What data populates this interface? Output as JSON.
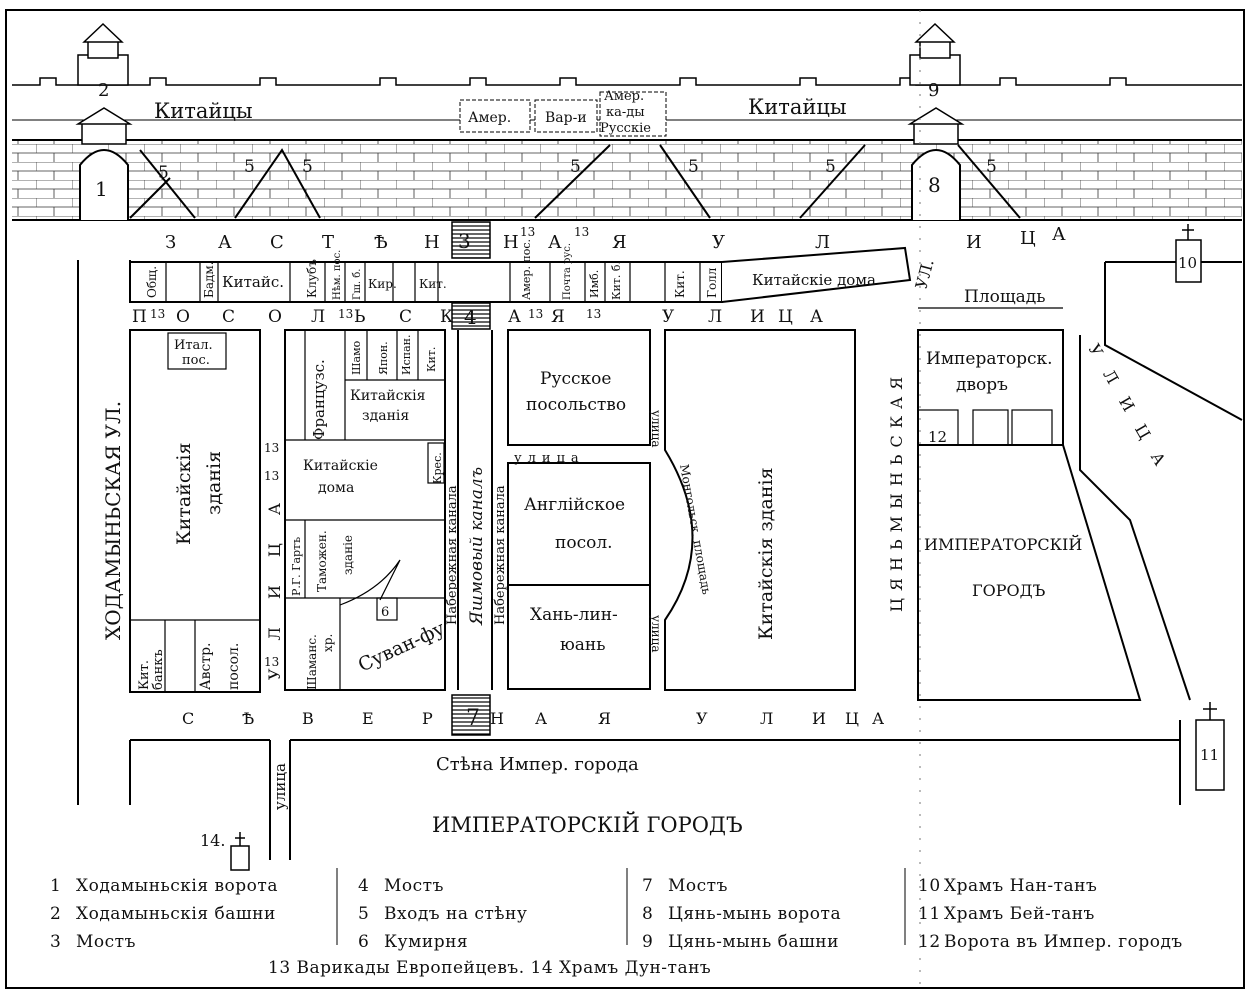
{
  "wall_labels": {
    "chinese_left": "Китайцы",
    "chinese_right": "Китайцы",
    "amer": "Амер.",
    "varii": "Вар-и",
    "amer_kady_russkie": [
      "Амер.",
      "ка-ды",
      "Русскіе"
    ]
  },
  "marker_numbers": {
    "n1": "1",
    "n2": "2",
    "n3": "3",
    "n4": "4",
    "n5": "5",
    "n6": "6",
    "n7": "7",
    "n8": "8",
    "n9": "9",
    "n10": "10",
    "n11": "11",
    "n12": "12",
    "n13": "13",
    "n14": "14."
  },
  "streets": {
    "zastennaya": [
      "З",
      "А",
      "С",
      "Т",
      "Ѣ",
      "Н",
      "Н",
      "А",
      "Я",
      "У",
      "Л",
      "И",
      "Ц",
      "А"
    ],
    "posolskaya": [
      "П",
      "О",
      "С",
      "О",
      "Л",
      "Ь",
      "С",
      "К",
      "А",
      "Я",
      "У",
      "Л",
      "И",
      "Ц",
      "А"
    ],
    "severnaya": [
      "С",
      "Ѣ",
      "В",
      "Е",
      "Р",
      "Н",
      "А",
      "Я",
      "У",
      "Л",
      "И",
      "Ц",
      "А"
    ],
    "khodamyn": "ХОДАМЫНЬСКАЯ УЛ.",
    "tsyanmyn": "ЦЯНЬМЫНЬСКАЯ",
    "tsyanmyn_ul": "УЛ.",
    "ulitsa_left": "УЛИЦА",
    "ulitsa_right": "УЛИЦА",
    "ulitsa_small": "улица",
    "ulitsa_bottom": "улица"
  },
  "blocks": {
    "obshch": "Общ.",
    "badm": "Бадм.",
    "kitais": "Китайс.",
    "klub": "Клубъ",
    "nem_pos": "Нѣм. пос.",
    "gsh_b": "Гш. б.",
    "kir": "Кир.",
    "kit1": "Кит.",
    "amer_pos": "Амер. пос.",
    "pochta_rus": "Почта рус.",
    "imb": "Имб.",
    "kit_b": "Кит. б.",
    "kit2": "Кит.",
    "goll": "Голл",
    "kit_doma_top": "Китайскіе дома",
    "ploshchad": "Площадь",
    "ital_pos": [
      "Итал.",
      "пос."
    ],
    "frantsuz": "Французс.",
    "shamo": "Шамо",
    "yapon": "Япон.",
    "ispan": "Испан.",
    "kit3": "Кит.",
    "kit_zdaniya_small": [
      "Китайскія",
      "зданія"
    ],
    "kit_zdaniya_big": [
      "Китайскія",
      "зданія"
    ],
    "kit_doma": [
      "Китайскіе",
      "дома"
    ],
    "kres": "Крес.",
    "rg_harts": "Р.Г. Гартъ",
    "tamozhen": "Таможен.",
    "zdanie": "зданіе",
    "shamans": "Шаманс.",
    "hr": "хр.",
    "suvan_fu": "Суван-фу",
    "kit_bank": [
      "Кит.",
      "банкъ"
    ],
    "avstr_posol": [
      "Австр.",
      "посол."
    ],
    "nab_kanala_left": "Набережная канала",
    "yashmovy_kanal": "Яшмовый каналъ",
    "nab_kanala_right": "Набережная канала",
    "russkoe_posol": [
      "Русское",
      "посольство"
    ],
    "angliyskoe_posol": [
      "Англійское",
      "посол."
    ],
    "khanlin": [
      "Хань-лин-",
      "юань"
    ],
    "mongol_ploshchad": "Монгольск. площадь",
    "kit_zdaniya_vert": "Китайскія зданія",
    "imp_dvor": [
      "Императорск.",
      "дворъ"
    ],
    "imp_gorod_right": [
      "ИМПЕРАТОРСКІЙ",
      "ГОРОДЪ"
    ],
    "stena": "Стѣна Импер. города",
    "imp_gorod_bottom": "ИМПЕРАТОРСКІЙ ГОРОДЪ"
  },
  "legend": {
    "col1": [
      {
        "num": "1",
        "text": "Ходамыньскія ворота"
      },
      {
        "num": "2",
        "text": "Ходамыньскія башни"
      },
      {
        "num": "3",
        "text": "Мостъ"
      }
    ],
    "col2": [
      {
        "num": "4",
        "text": "Мостъ"
      },
      {
        "num": "5",
        "text": "Входъ на стѣну"
      },
      {
        "num": "6",
        "text": "Кумирня"
      }
    ],
    "col3": [
      {
        "num": "7",
        "text": "Мостъ"
      },
      {
        "num": "8",
        "text": "Цянь-мынь ворота"
      },
      {
        "num": "9",
        "text": "Цянь-мынь башни"
      }
    ],
    "col4": [
      {
        "num": "10",
        "text": "Храмъ Нан-танъ"
      },
      {
        "num": "11",
        "text": "Храмъ Бей-танъ"
      },
      {
        "num": "12",
        "text": "Ворота въ Импер. городъ"
      }
    ],
    "footer": "13 Варикады Европейцевъ. 14 Храмъ Дун-танъ"
  }
}
